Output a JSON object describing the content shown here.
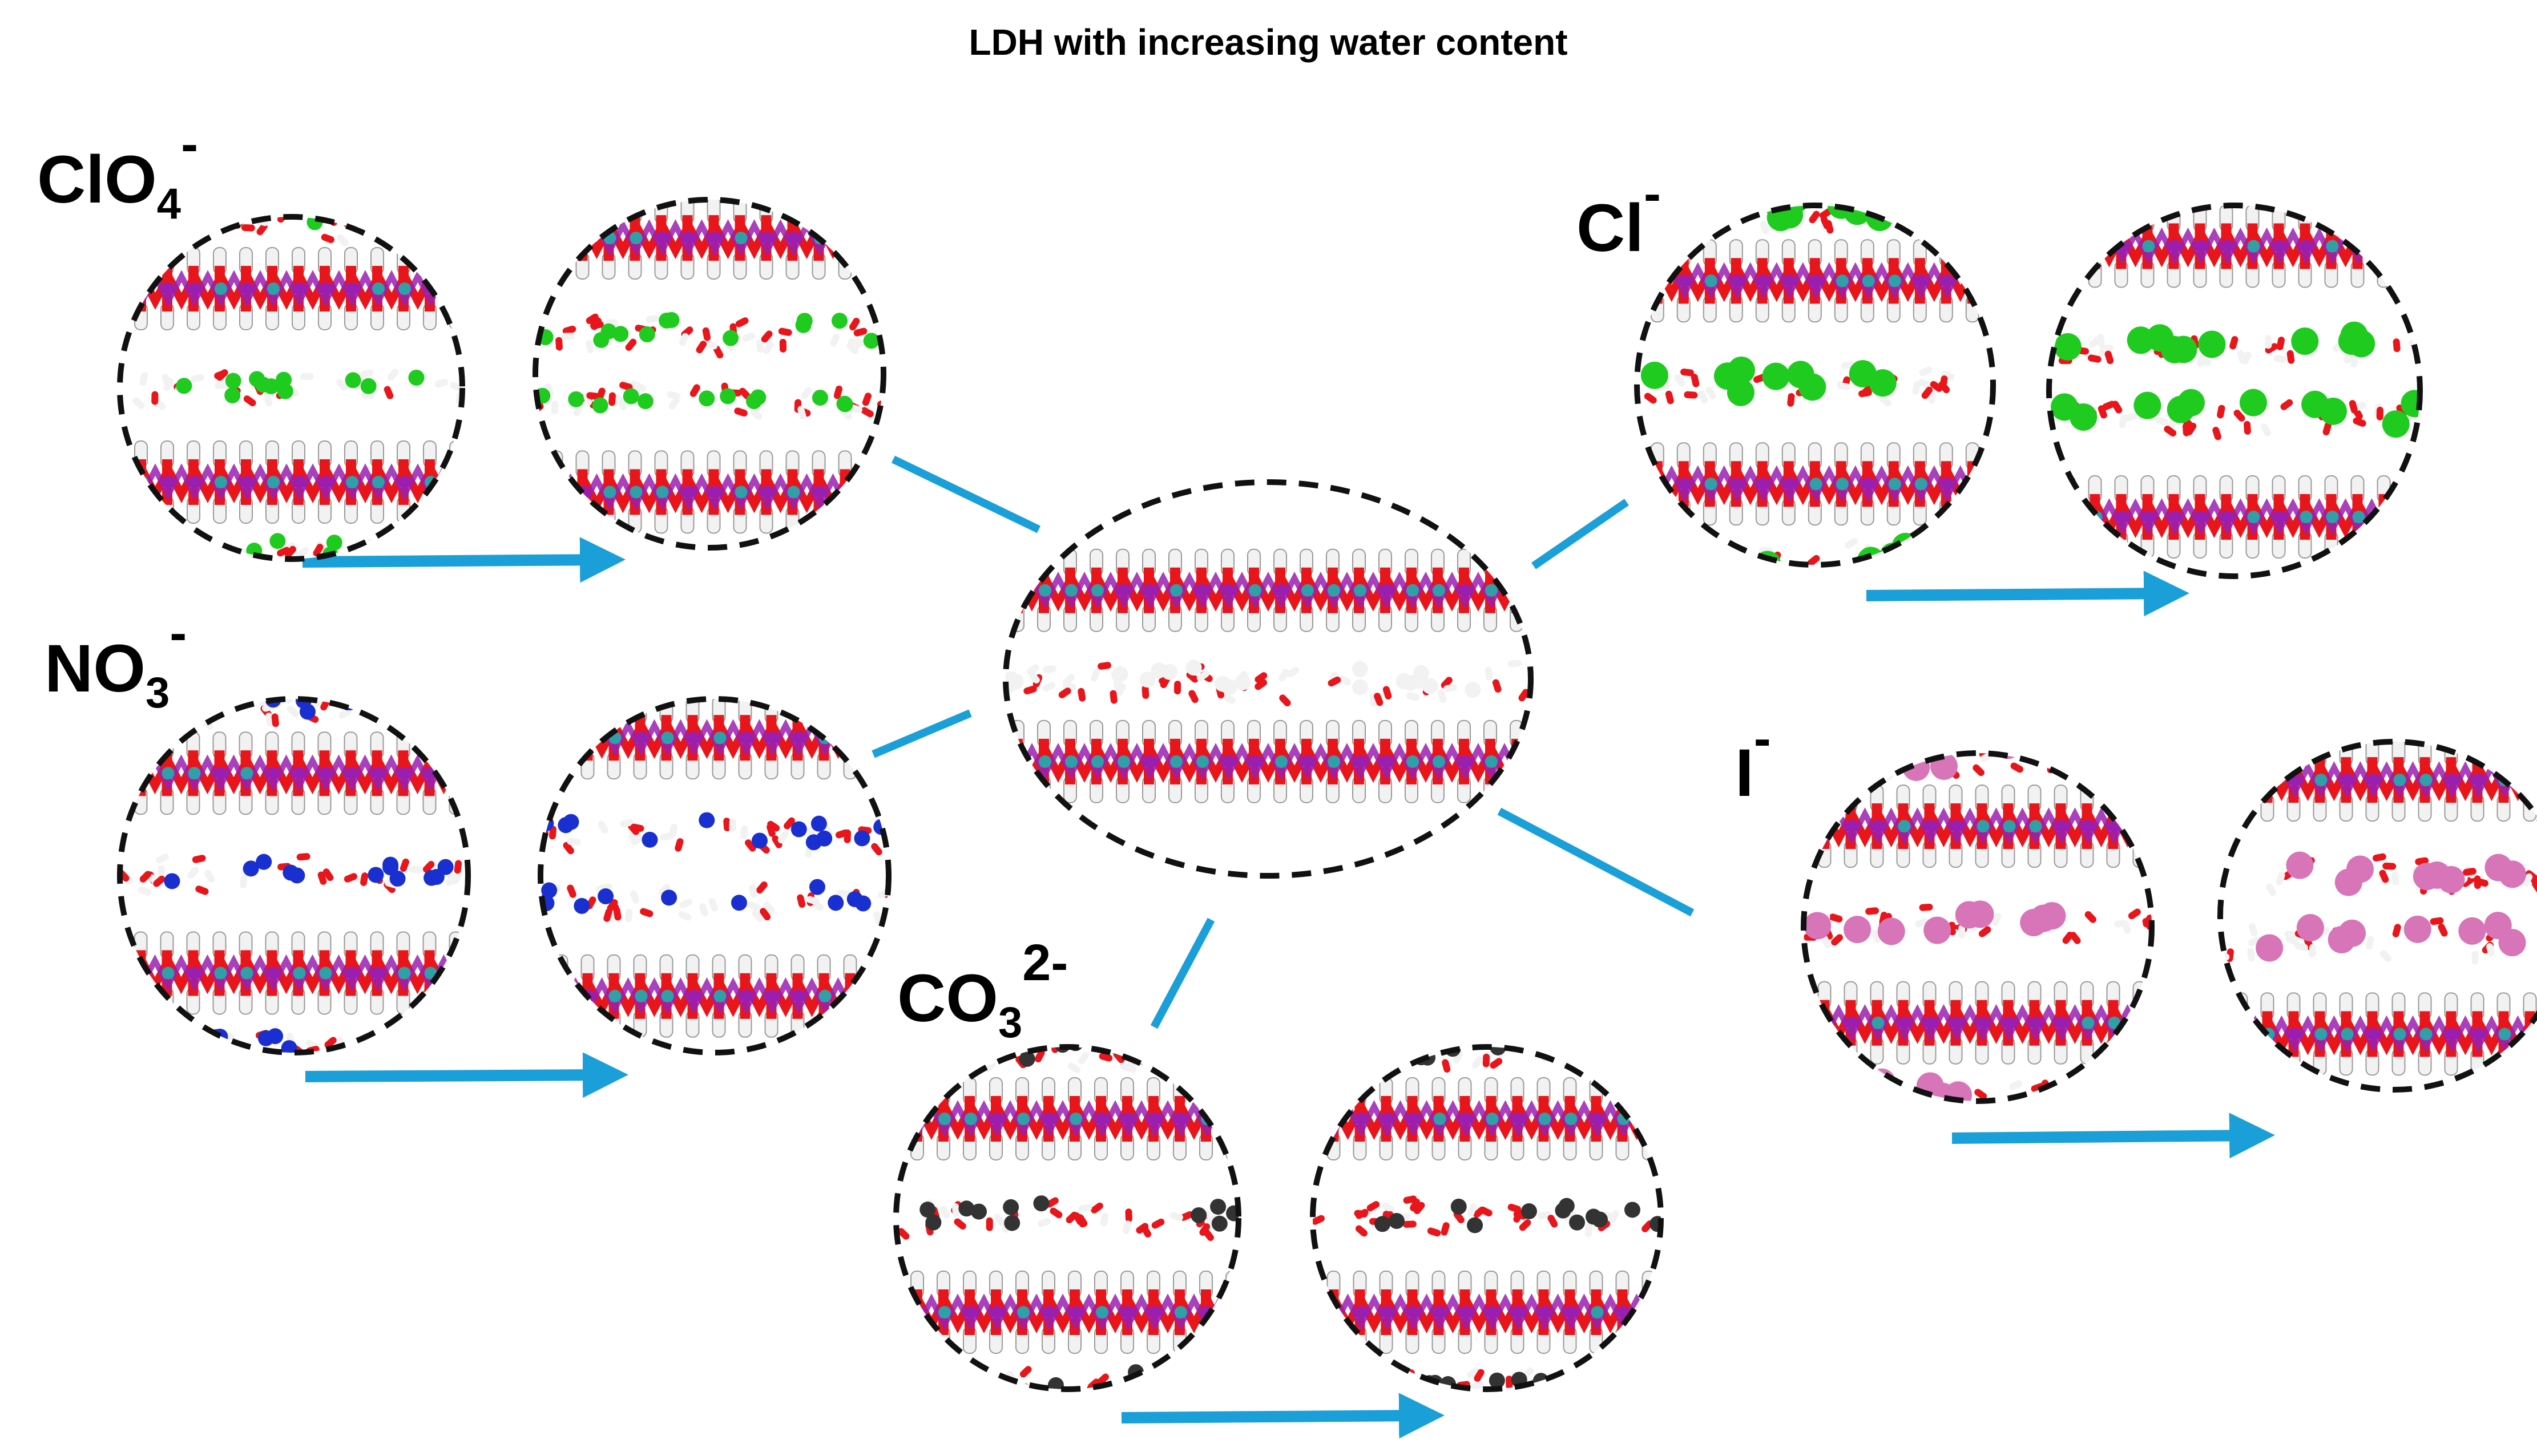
{
  "title": "LDH with increasing water content",
  "colors": {
    "oxygen": "#e8161b",
    "hydrogen": "#f2f2f2",
    "hydrogen_shade": "#9a9a9a",
    "metal_purple": "#9a1fb0",
    "metal_teal": "#2fa0a8",
    "chlorine": "#1fcb1f",
    "nitrogen": "#1a2fd0",
    "carbon": "#333333",
    "iodine": "#d874b8",
    "arrow_blue": "#1a9fd8",
    "dashed_border": "#111111"
  },
  "anions": [
    {
      "id": "clo4",
      "base": "ClO",
      "sub": "4",
      "sup": "-",
      "guest": "chlorine"
    },
    {
      "id": "no3",
      "base": "NO",
      "sub": "3",
      "sup": "-",
      "guest": "nitrogen"
    },
    {
      "id": "co3",
      "base": "CO",
      "sub": "3",
      "sup": "2-",
      "guest": "carbon"
    },
    {
      "id": "cl",
      "base": "Cl",
      "sub": "",
      "sup": "-",
      "guest": "chlorine"
    },
    {
      "id": "i",
      "base": "I",
      "sub": "",
      "sup": "-",
      "guest": "iodine"
    }
  ],
  "icons": {
    "arrow": "increasing-water-arrow-icon",
    "center": "ldh-bilayer-icon"
  }
}
